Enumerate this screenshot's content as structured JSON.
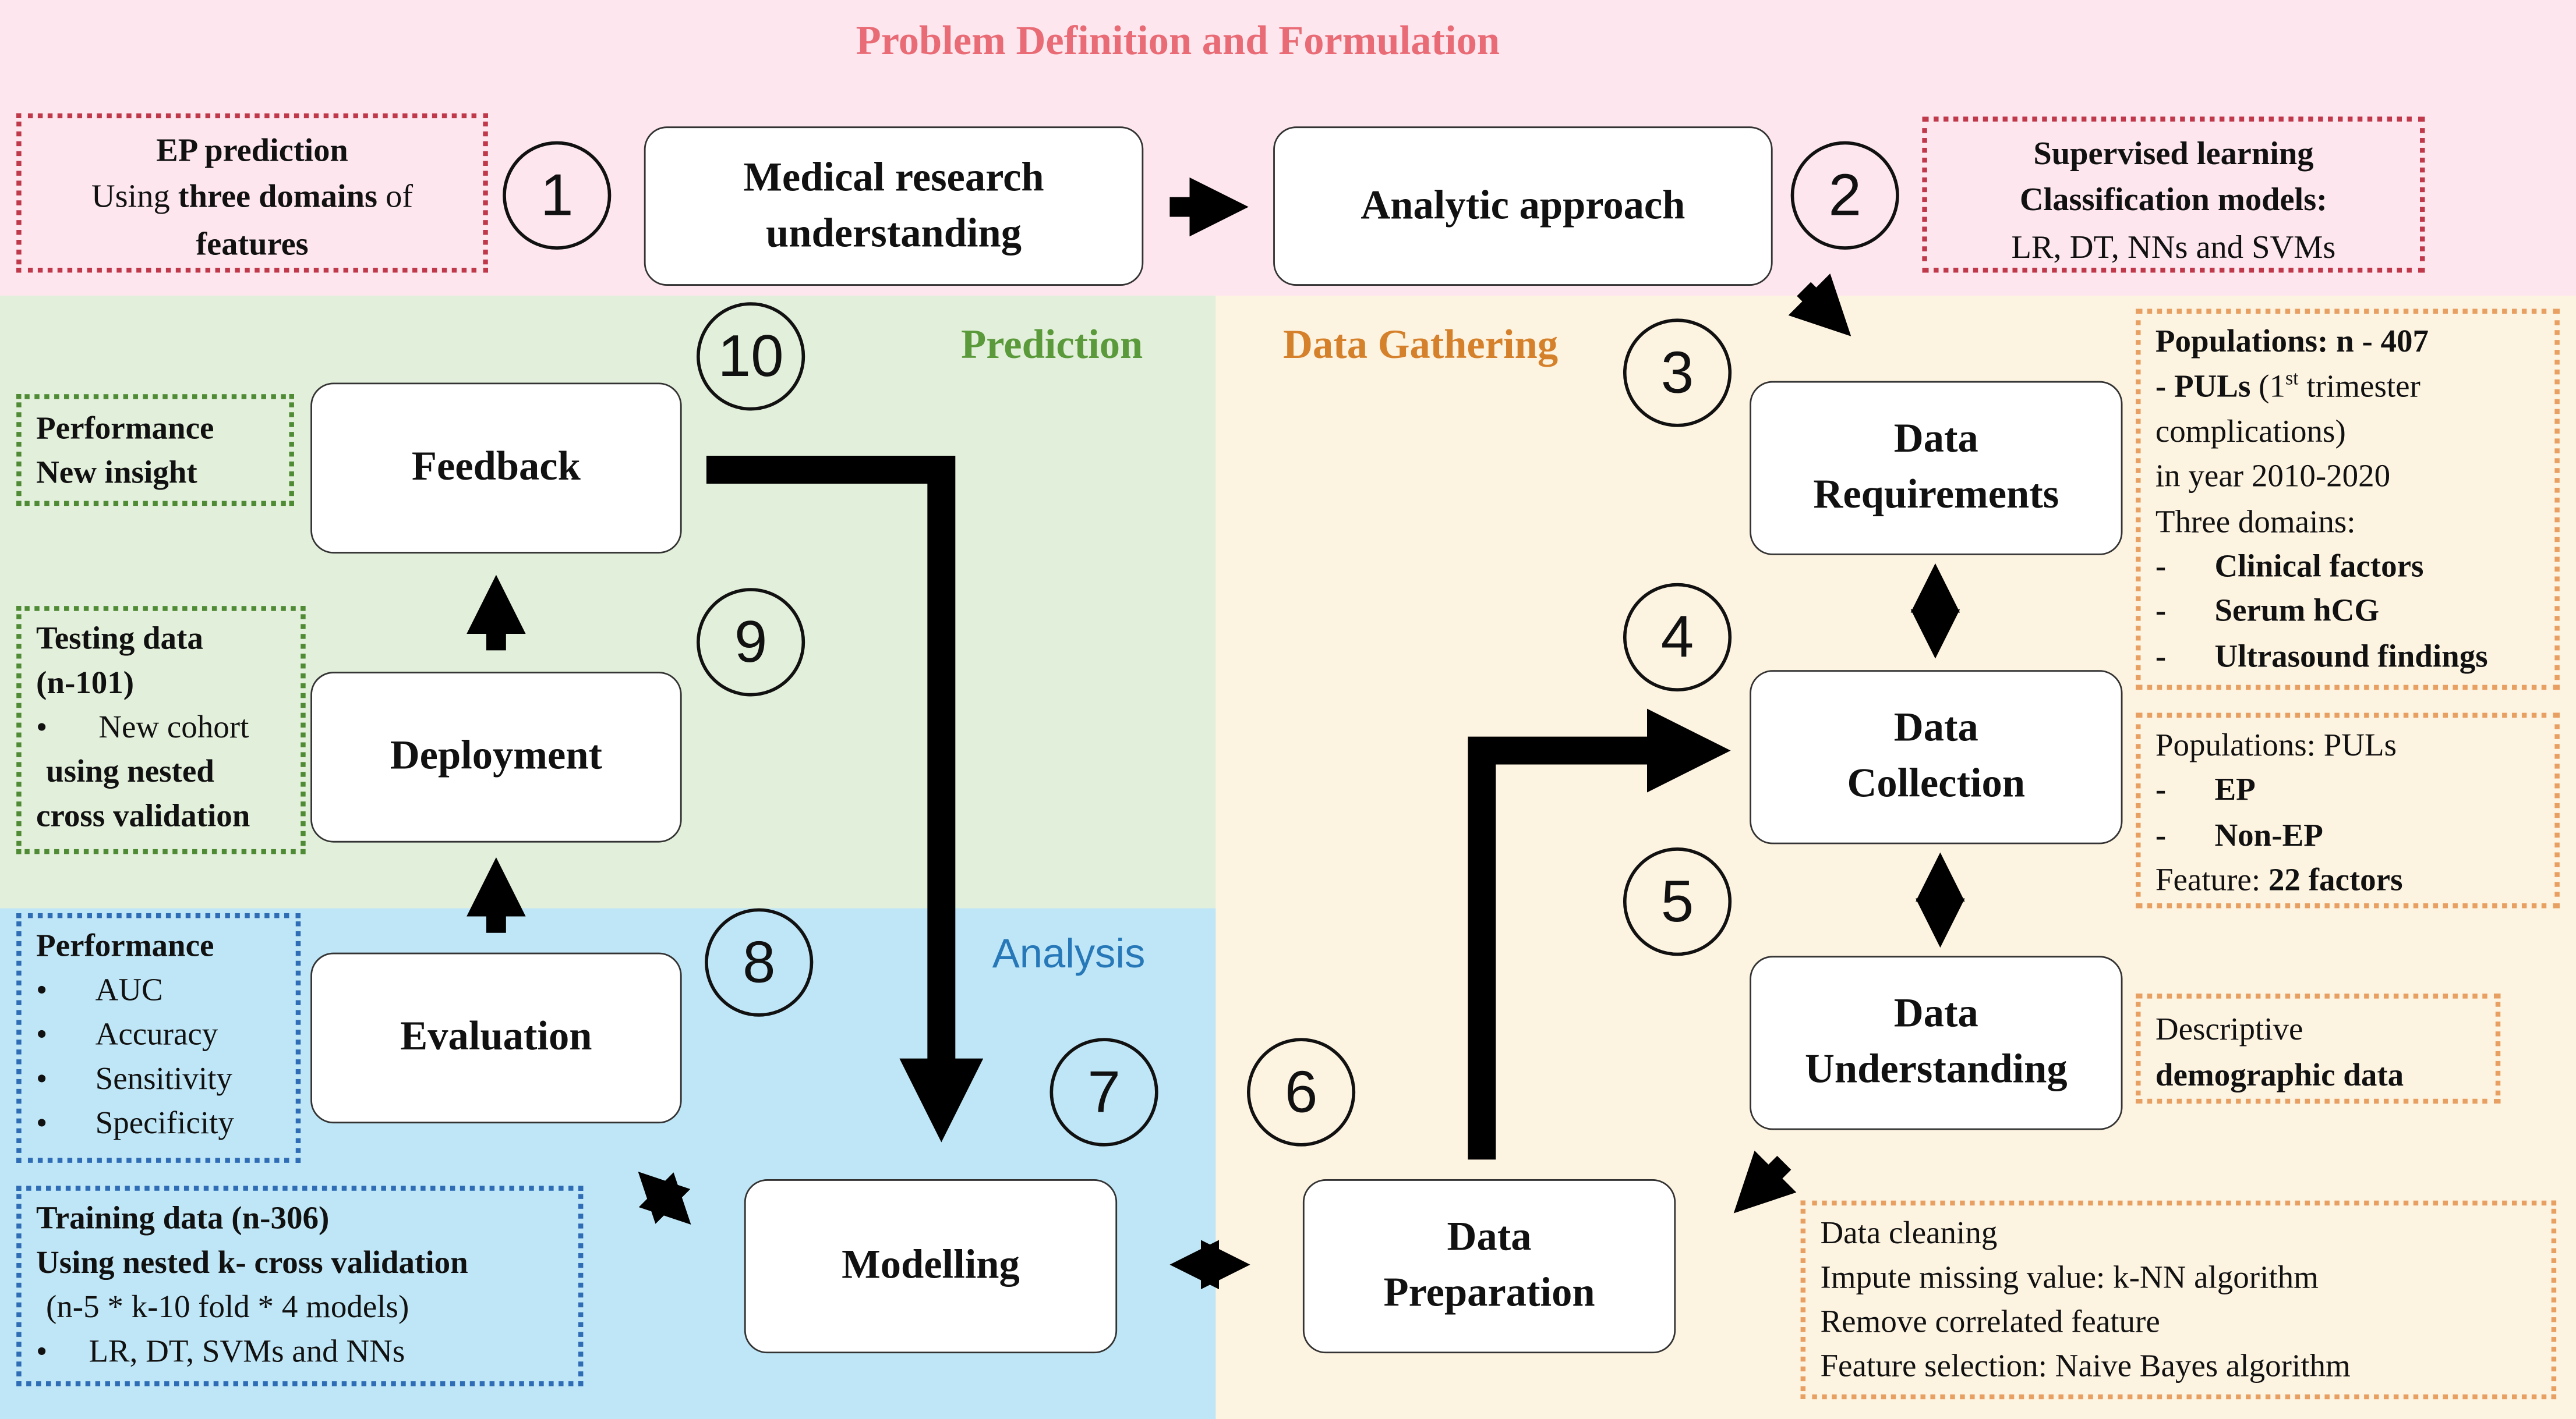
{
  "regions": {
    "problem": {
      "title": "Problem Definition and Formulation",
      "bg": "#fde6ee",
      "title_color": "#e86b75"
    },
    "prediction": {
      "title": "Prediction",
      "bg": "#e2efda",
      "title_color": "#5b9a3b"
    },
    "data_gathering": {
      "title": "Data Gathering",
      "bg": "#fdf3e1",
      "title_color": "#d5802a"
    },
    "analysis": {
      "title": "Analysis",
      "bg": "#bfe6f6",
      "title_color": "#2778b8"
    }
  },
  "steps": {
    "medical_research": {
      "num": "1",
      "line1": "Medical research",
      "line2": "understanding"
    },
    "analytic_approach": {
      "num": "2",
      "label": "Analytic approach"
    },
    "data_requirements": {
      "num": "3",
      "line1": "Data",
      "line2": "Requirements"
    },
    "data_collection": {
      "num": "4",
      "line1": "Data",
      "line2": "Collection"
    },
    "data_understanding": {
      "num": "5",
      "line1": "Data",
      "line2": "Understanding"
    },
    "data_preparation": {
      "num": "6",
      "line1": "Data",
      "line2": "Preparation"
    },
    "modelling": {
      "num": "7",
      "label": "Modelling"
    },
    "evaluation": {
      "num": "8",
      "label": "Evaluation"
    },
    "deployment": {
      "num": "9",
      "label": "Deployment"
    },
    "feedback": {
      "num": "10",
      "label": "Feedback"
    }
  },
  "notes": {
    "ep_prediction": {
      "line1": "EP prediction",
      "line2_a": "Using ",
      "line2_b": "three domains",
      "line2_c": " of",
      "line3": "features"
    },
    "supervised": {
      "line1": "Supervised learning",
      "line2": "Classification models:",
      "line3": "LR, DT, NNs and SVMs"
    },
    "populations": {
      "line1": "Populations: n - 407",
      "line2_a": "- PULs",
      "line2_b": " (1",
      "line2_sup": "st",
      "line2_c": " trimester",
      "line3": "complications)",
      "line4": "in year 2010-2020",
      "line5": "Three domains:",
      "items": [
        "Clinical factors",
        "Serum hCG",
        "Ultrasound findings"
      ]
    },
    "collection": {
      "line1": "Populations: PULs",
      "items": [
        "EP",
        "Non-EP"
      ],
      "feature_label": "Feature:  ",
      "feature_value": "22 factors"
    },
    "descriptive": {
      "line1": "Descriptive",
      "line2": "demographic data"
    },
    "cleaning": {
      "lines": [
        "Data cleaning",
        "Impute missing value:  k-NN algorithm",
        "Remove correlated feature",
        "Feature selection: Naive Bayes algorithm"
      ]
    },
    "training": {
      "line1": "Training data (n-306)",
      "line2": "Using nested k- cross validation",
      "line3": "(n-5 * k-10 fold * 4 models)",
      "item": "LR, DT, SVMs and NNs"
    },
    "performance_eval": {
      "title": "Performance",
      "items": [
        "AUC",
        "Accuracy",
        "Sensitivity",
        "Specificity"
      ]
    },
    "testing": {
      "line1": "Testing data",
      "line2": "(n-101)",
      "item": "New cohort",
      "line4": "using nested",
      "line5": "cross validation"
    },
    "feedback_note": {
      "line1": "Performance",
      "line2": "New insight"
    }
  }
}
